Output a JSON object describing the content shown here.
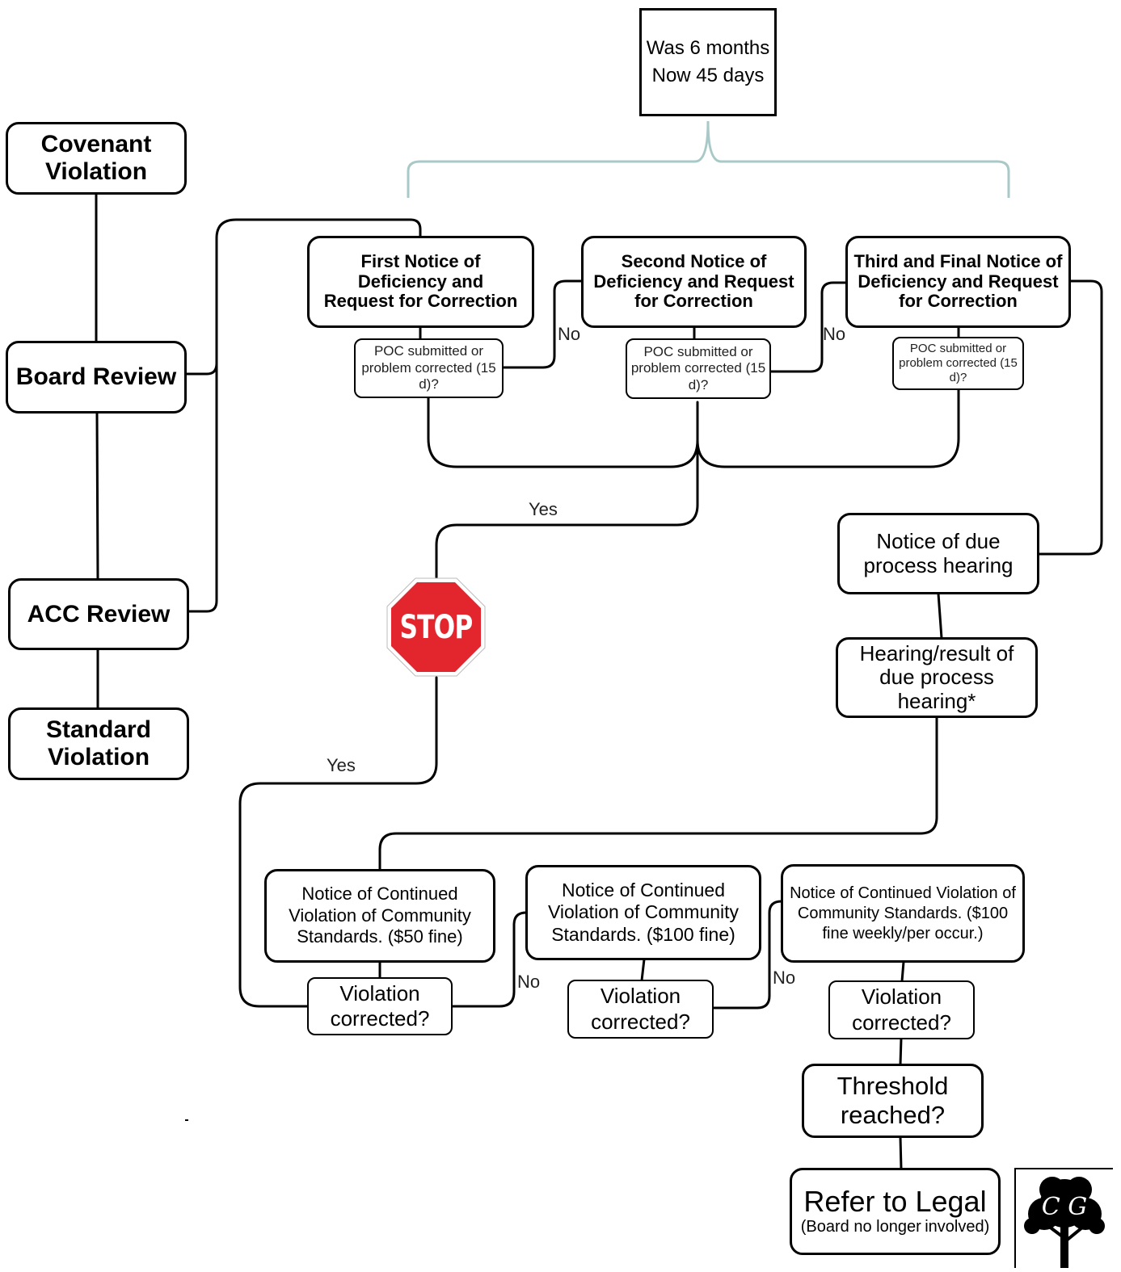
{
  "timing_note": {
    "line1": "Was 6 months",
    "line2": "Now 45 days"
  },
  "left_column": {
    "covenant": "Covenant Violation",
    "board_review": "Board Review",
    "acc_review": "ACC Review",
    "standard": "Standard Violation"
  },
  "notices": {
    "first": "First Notice of Deficiency and Request for Correction",
    "second": "Second Notice of Deficiency and Request for Correction",
    "third": "Third and Final Notice of Deficiency and Request for Correction"
  },
  "poc_question": {
    "line1": "POC submitted or",
    "line2": "problem corrected",
    "line3": "(15 d)?"
  },
  "labels": {
    "no": "No",
    "yes": "Yes"
  },
  "stop_sign": "STOP",
  "hearing": {
    "notice": "Notice of due process hearing",
    "result": "Hearing/result of due process hearing*"
  },
  "continued": {
    "heading_l1": "Notice of Continued",
    "heading_l2": "Violation of Community",
    "heading_l3": "Standards.",
    "fine1": "($50 fine)",
    "fine2": "($100 fine)",
    "fine3": "($100 fine weekly/per occur.)"
  },
  "violation_corrected": {
    "line1": "Violation",
    "line2": "corrected?"
  },
  "threshold": {
    "line1": "Threshold",
    "line2": "reached?"
  },
  "legal": {
    "title": "Refer to Legal",
    "sub_l1": "(Board no longer",
    "sub_l2": "involved)"
  },
  "logo": {
    "initials": "C G",
    "icon": "tree-logo"
  },
  "colors": {
    "stop_red": "#e3262d",
    "bracket": "#a9c8c8",
    "line": "#000000"
  }
}
